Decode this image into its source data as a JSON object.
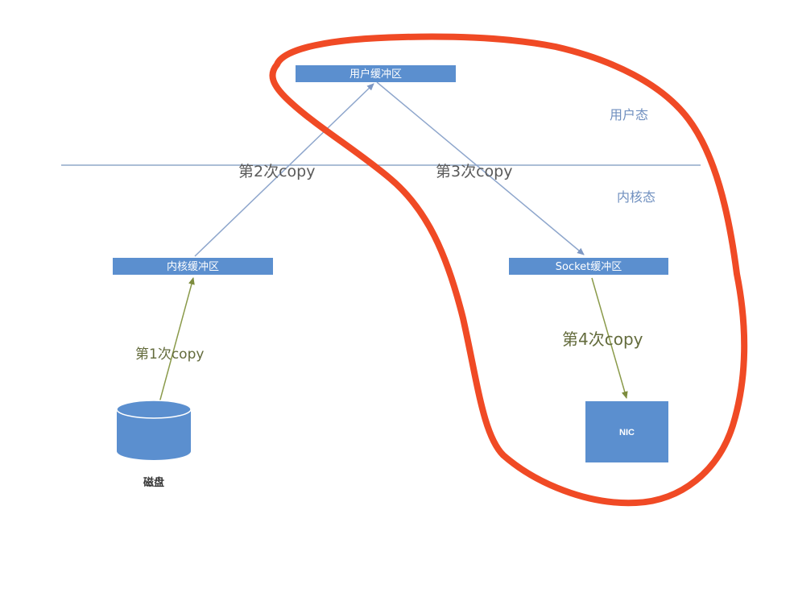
{
  "diagram": {
    "boxes": {
      "user_buffer": "用户缓冲区",
      "kernel_buffer": "内核缓冲区",
      "socket_buffer": "Socket缓冲区",
      "nic": "NIC"
    },
    "disk_label": "磁盘",
    "zones": {
      "user_mode": "用户态",
      "kernel_mode": "内核态"
    },
    "copies": {
      "copy1": "第1次copy",
      "copy2": "第2次copy",
      "copy3": "第3次copy",
      "copy4": "第4次copy"
    },
    "colors": {
      "box_fill": "#5b8fcf",
      "divider": "#8fa8c8",
      "arrow_blue": "#8ea6cc",
      "arrow_green": "#8a9a4a",
      "highlight": "#f04a25"
    }
  }
}
